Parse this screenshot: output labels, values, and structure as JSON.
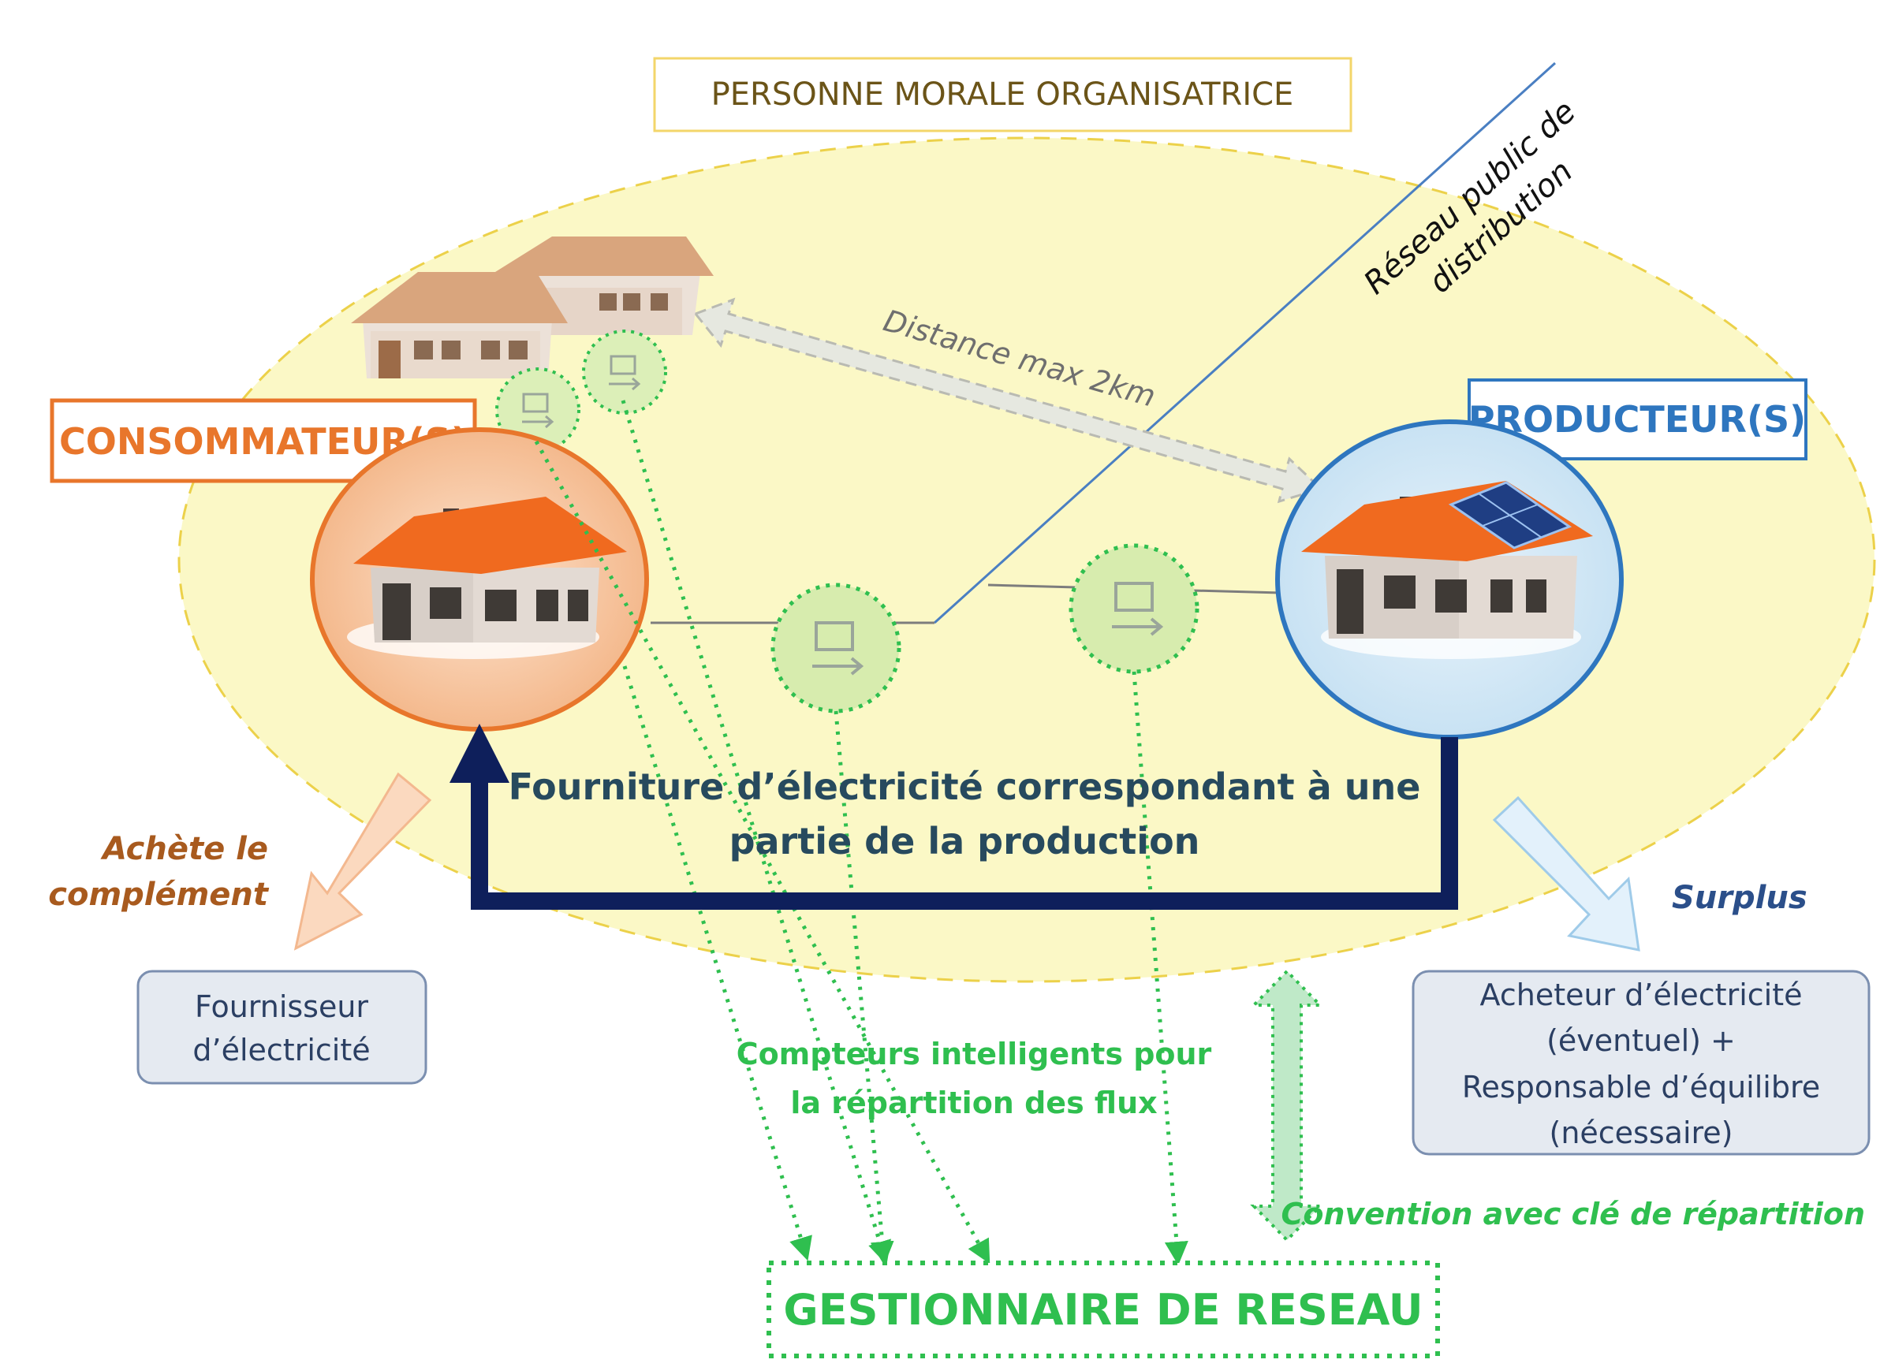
{
  "organizer": {
    "label": "PERSONNE MORALE ORGANISATRICE"
  },
  "network_line": {
    "line1": "Réseau public de",
    "line2": "distribution"
  },
  "distance": {
    "label": "Distance max 2km"
  },
  "consumer": {
    "label": "CONSOMMATEUR(S)"
  },
  "producer": {
    "label": "PRODUCTEUR(S)"
  },
  "supply": {
    "line1": "Fourniture d’électricité correspondant à une",
    "line2": "partie de la production"
  },
  "buys_complement": {
    "line1": "Achète le",
    "line2": "complément"
  },
  "surplus": {
    "label": "Surplus"
  },
  "supplier": {
    "line1": "Fournisseur",
    "line2": "d’électricité"
  },
  "buyer": {
    "line1": "Acheteur d’électricité",
    "line2": "(éventuel) +",
    "line3": "Responsable d’équilibre",
    "line4": "(nécessaire)"
  },
  "meters": {
    "line1": "Compteurs intelligents pour",
    "line2": "la répartition des flux"
  },
  "convention": {
    "label": "Convention avec clé de répartition"
  },
  "grid_operator": {
    "label": "GESTIONNAIRE DE RESEAU"
  },
  "colors": {
    "ellipse_fill": "#fbf8c6",
    "ellipse_stroke": "#ecd14a",
    "consumer": "#e8762b",
    "producer": "#2e76bf",
    "dark_arrow": "#0e1f5b",
    "green": "#2fbf4f",
    "organizer_text": "#6b5418",
    "title_text": "#274a5e"
  }
}
